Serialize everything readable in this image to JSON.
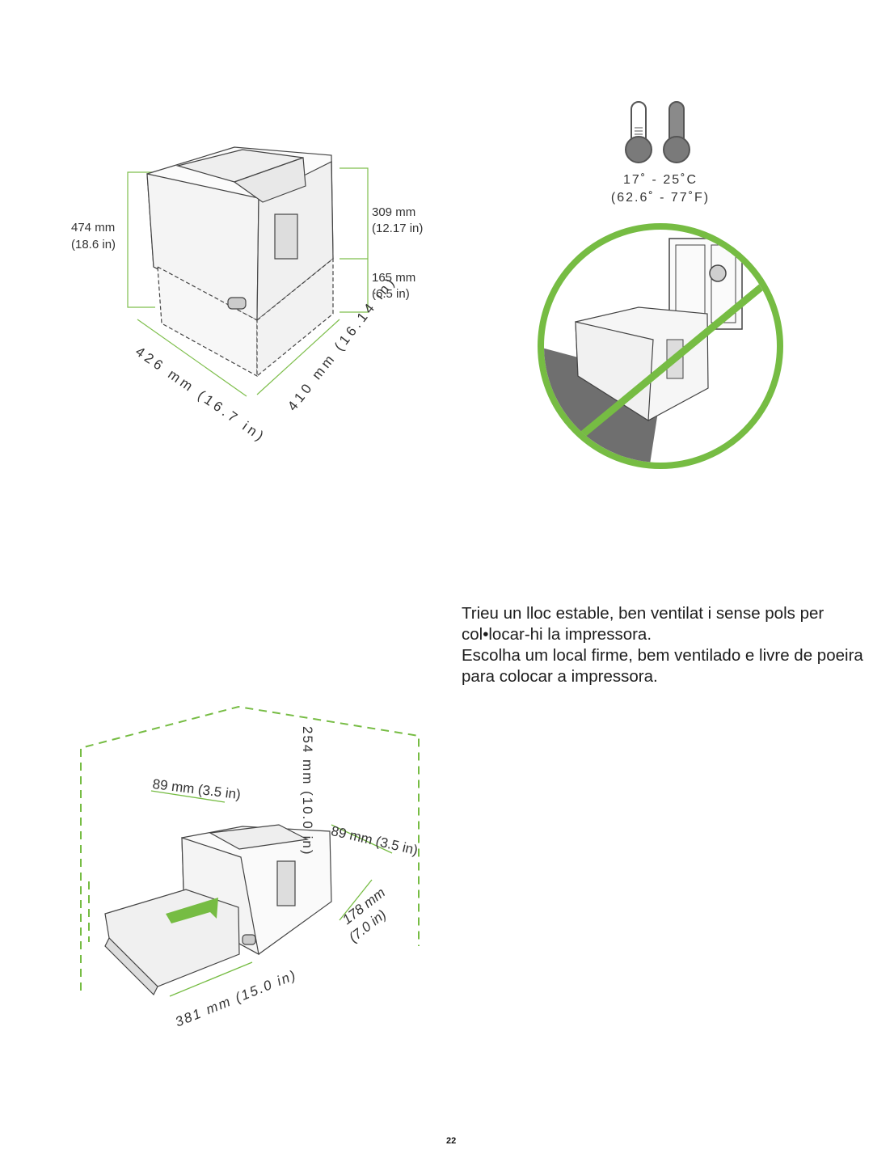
{
  "figure1": {
    "height_mm": "474 mm",
    "height_in": "(18.6 in)",
    "printer_height_mm": "309 mm",
    "printer_height_in": "(12.17 in)",
    "tray_height_mm": "165 mm",
    "tray_height_in": "(6.5 in)",
    "width_label": "426 mm (16.7 in)",
    "depth_label": "410 mm (16.14 in)"
  },
  "figure2": {
    "temp_c": "17˚ - 25˚C",
    "temp_f": "(62.6˚ - 77˚F)"
  },
  "text": {
    "catalan": "Trieu un lloc estable, ben ventilat i sense pols per col•locar-hi la impressora.",
    "portuguese": "Escolha um local firme, bem ventilado e livre de poeira para colocar a impressora."
  },
  "figure3": {
    "top_clearance": "254 mm (10.0 in)",
    "left_clearance": "89 mm (3.5 in)",
    "right_clearance": "89 mm (3.5 in)",
    "back_clearance_mm": "178 mm",
    "back_clearance_in": "(7.0 in)",
    "front_clearance": "381 mm (15.0 in)"
  },
  "page_number": "22",
  "colors": {
    "accent_green": "#76bc43",
    "floor_gray": "#6f6f6f"
  }
}
